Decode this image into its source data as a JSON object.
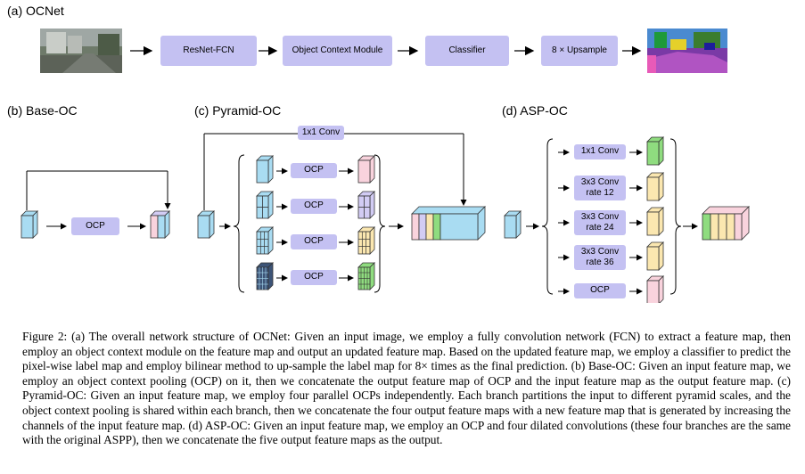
{
  "sections": {
    "a": "(a) OCNet",
    "b": "(b) Base-OC",
    "c": "(c) Pyramid-OC",
    "d": "(d) ASP-OC"
  },
  "pipeline": {
    "resnet": "ResNet-FCN",
    "ocm": "Object Context Module",
    "classifier": "Classifier",
    "upsample": "8 × Upsample"
  },
  "base": {
    "ocp": "OCP"
  },
  "pyramid": {
    "conv": "1x1 Conv",
    "ocp1": "OCP",
    "ocp2": "OCP",
    "ocp3": "OCP",
    "ocp4": "OCP"
  },
  "asp": {
    "b1": "1x1 Conv",
    "b2": "3x3 Conv\nrate 12",
    "b3": "3x3 Conv\nrate 24",
    "b4": "3x3 Conv\nrate 36",
    "b5": "OCP"
  },
  "colors": {
    "box": "#c4c1f2",
    "feature_blue": "#a9dcf2",
    "feature_pink": "#f9d3dd",
    "feature_purple": "#d2ccf4",
    "feature_yellow": "#fbe7b0",
    "feature_green": "#8fdc7f",
    "feature_navy": "#3d5477"
  },
  "caption": {
    "label": "Figure 2:",
    "text": "(a) The overall network structure of OCNet: Given an input image, we employ a fully convolution network (FCN) to extract a feature map, then employ an object context module on the feature map and output an updated feature map. Based on the updated feature map, we employ a classifier to predict the pixel-wise label map and employ bilinear method to up-sample the label map for 8× times as the final prediction. (b) Base-OC: Given an input feature map, we employ an object context pooling (OCP) on it, then we concatenate the output feature map of OCP and the input feature map as the output feature map. (c) Pyramid-OC: Given an input feature map, we employ four parallel OCPs independently. Each branch partitions the input to different pyramid scales, and the object context pooling is shared within each branch, then we concatenate the four output feature maps with a new feature map that is generated by increasing the channels of the input feature map. (d) ASP-OC: Given an input feature map, we employ an OCP and four dilated convolutions (these four branches are the same with the original ASPP), then we concatenate the five output feature maps as the output."
  }
}
